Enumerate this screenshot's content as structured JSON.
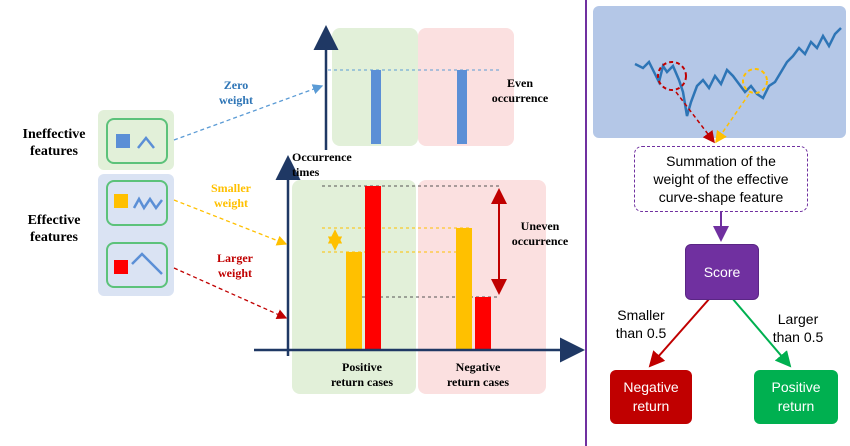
{
  "left": {
    "ineffective_label": [
      "Ineffective",
      "features"
    ],
    "effective_label": [
      "Effective",
      "features"
    ],
    "zero_weight": [
      "Zero",
      "weight"
    ],
    "smaller_weight": [
      "Smaller",
      "weight"
    ],
    "larger_weight": [
      "Larger",
      "weight"
    ]
  },
  "top_chart": {
    "annotation": [
      "Even",
      "occurrence"
    ]
  },
  "main_chart": {
    "y_axis_label": [
      "Occurrence",
      "times"
    ],
    "annotation": [
      "Uneven",
      "occurrence"
    ],
    "group_positive": [
      "Positive",
      "return cases"
    ],
    "group_negative": [
      "Negative",
      "return cases"
    ]
  },
  "right": {
    "summation": [
      "Summation of the",
      "weight of the effective",
      "curve-shape  feature"
    ],
    "score": "Score",
    "smaller_than": [
      "Smaller",
      "than 0.5"
    ],
    "larger_than": [
      "Larger",
      "than 0.5"
    ],
    "negative_return": [
      "Negative",
      "return"
    ],
    "positive_return": [
      "Positive",
      "return"
    ]
  },
  "colors": {
    "green_region": "#e2f0d9",
    "red_region": "#fbe0e0",
    "blue_panel": "#dae3f3",
    "blue_bar": "#5b8fd6",
    "yellow_bar": "#ffc000",
    "red_bar": "#ff0000",
    "purple": "#7030a0",
    "dark_red_box": "#c00000",
    "green_box": "#00b050",
    "axis_navy": "#1f3864"
  }
}
